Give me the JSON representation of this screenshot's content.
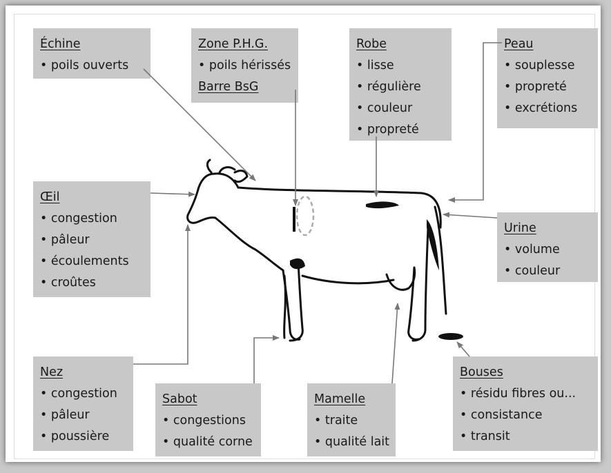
{
  "colors": {
    "box": "#c8c8c8",
    "arrow": "#777777",
    "ink": "#111111"
  },
  "boxes": {
    "echine": {
      "title": "Échine",
      "items": [
        "• poils ouverts"
      ]
    },
    "zone": {
      "title": "Zone P.H.G.",
      "items": [
        "• poils hérissés"
      ],
      "title2": "Barre BsG"
    },
    "robe": {
      "title": "Robe",
      "items": [
        "• lisse",
        "• régulière",
        "• couleur",
        "• propreté"
      ]
    },
    "peau": {
      "title": "Peau",
      "items": [
        "• souplesse",
        "• propreté",
        "• excrétions"
      ]
    },
    "oeil": {
      "title": "Œil",
      "items": [
        "• congestion",
        "• pâleur",
        "• écoulements",
        "• croûtes"
      ]
    },
    "urine": {
      "title": "Urine",
      "items": [
        "• volume",
        "• couleur"
      ]
    },
    "nez": {
      "title": "Nez",
      "items": [
        "• congestion",
        "• pâleur",
        "• poussière"
      ]
    },
    "sabot": {
      "title": "Sabot",
      "items": [
        "• congestions",
        "• qualité corne"
      ]
    },
    "mamelle": {
      "title": "Mamelle",
      "items": [
        "• traite",
        "• qualité lait"
      ]
    },
    "bouses": {
      "title": "Bouses",
      "items": [
        "• résidu fibres ou...",
        "• consistance",
        "• transit"
      ]
    }
  }
}
